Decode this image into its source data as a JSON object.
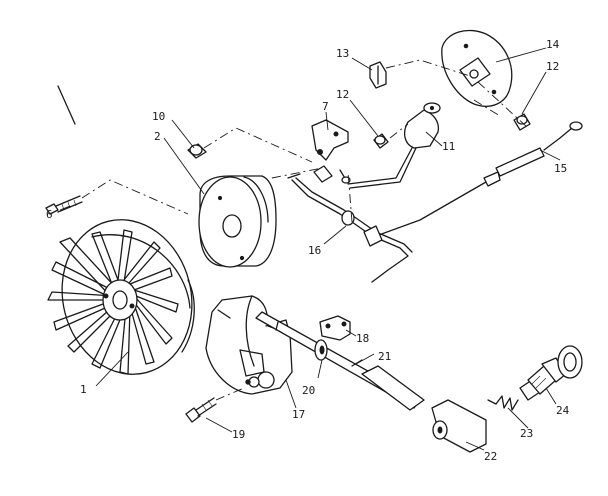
{
  "callouts": {
    "c1": "1",
    "c2": "2",
    "c6": "6",
    "c7": "7",
    "c10": "10",
    "c11": "11",
    "c12a": "12",
    "c12b": "12",
    "c13": "13",
    "c14": "14",
    "c15": "15",
    "c16": "16",
    "c17": "17",
    "c18": "18",
    "c19": "19",
    "c20": "20",
    "c21": "21",
    "c22": "22",
    "c23": "23",
    "c24": "24"
  },
  "parts": [
    {
      "ref": "1",
      "icon": "flywheel-icon"
    },
    {
      "ref": "2",
      "icon": "magneto-coil-icon"
    },
    {
      "ref": "6",
      "icon": "screw-icon"
    },
    {
      "ref": "7",
      "icon": "bracket-icon"
    },
    {
      "ref": "10",
      "icon": "screw-icon"
    },
    {
      "ref": "11",
      "icon": "condenser-icon"
    },
    {
      "ref": "12",
      "icon": "screw-icon"
    },
    {
      "ref": "13",
      "icon": "clip-icon"
    },
    {
      "ref": "14",
      "icon": "stator-plate-icon"
    },
    {
      "ref": "15",
      "icon": "ignition-lead-icon"
    },
    {
      "ref": "16",
      "icon": "grommet-icon"
    },
    {
      "ref": "17",
      "icon": "starter-motor-icon"
    },
    {
      "ref": "18",
      "icon": "mount-bracket-icon"
    },
    {
      "ref": "19",
      "icon": "screw-icon"
    },
    {
      "ref": "20",
      "icon": "washer-icon"
    },
    {
      "ref": "21",
      "icon": "shaft-icon"
    },
    {
      "ref": "22",
      "icon": "spark-plug-boot-icon"
    },
    {
      "ref": "23",
      "icon": "spring-icon"
    },
    {
      "ref": "24",
      "icon": "spark-plug-icon"
    }
  ]
}
